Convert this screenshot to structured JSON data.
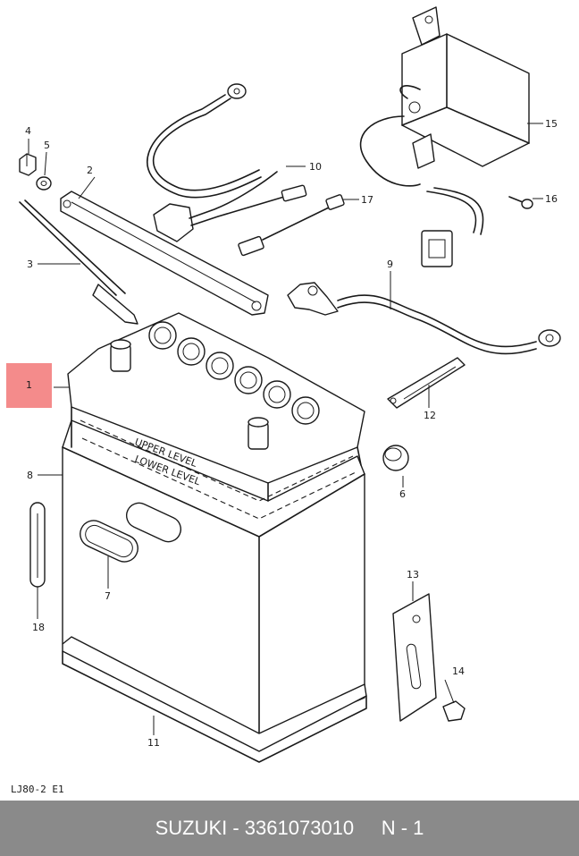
{
  "diagram": {
    "callouts": {
      "c1": "1",
      "c2": "2",
      "c3": "3",
      "c4": "4",
      "c5": "5",
      "c6": "6",
      "c7": "7",
      "c8": "8",
      "c9": "9",
      "c10": "10",
      "c11": "11",
      "c12": "12",
      "c13": "13",
      "c14": "14",
      "c15": "15",
      "c16": "16",
      "c17": "17",
      "c18": "18"
    },
    "battery_upper_label": "UPPER LEVEL",
    "battery_lower_label": "LOWER LEVEL",
    "drawing_code": "LJ80-2  E1",
    "highlight_color": "#f48b8b"
  },
  "footer": {
    "text": "SUZUKI - 3361073010     N - 1",
    "background": "#8a8a8a"
  }
}
